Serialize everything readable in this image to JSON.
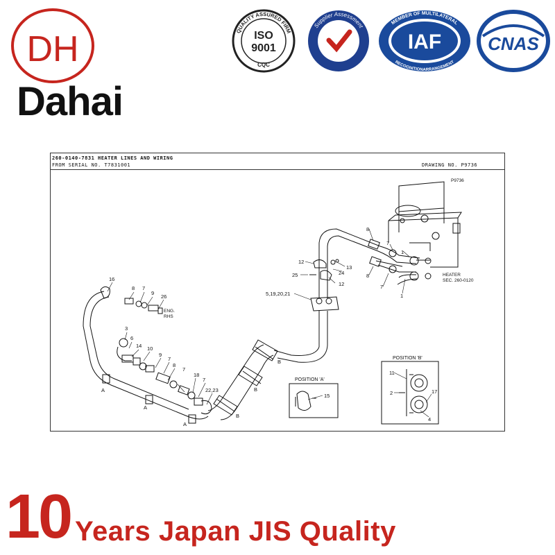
{
  "brand": {
    "logo_text": "DH",
    "name": "Dahai",
    "accent_color": "#c6251e"
  },
  "certifications": {
    "iso": {
      "ring_text": "QUALITY ASSURED FIRM",
      "main": "ISO",
      "sub": "9001",
      "bottom": "CQC"
    },
    "supplier": {
      "ring_text": "Supplier Assessment",
      "icon": "checkmark-icon"
    },
    "iaf": {
      "ring_top": "MEMBER OF MULTILATERAL",
      "main": "IAF",
      "ring_bottom": "RECOGNITIONARRANGEMENT"
    },
    "cnas": {
      "main": "CNAS"
    }
  },
  "drawing": {
    "part_title": "260-0140-7831 HEATER LINES AND WIRING",
    "serial_line": "FROM SERIAL NO. T7831001",
    "drawing_no": "DRAWING NO. P9736",
    "ref_code": "P9736",
    "heater_label_1": "HEATER",
    "heater_label_2": "SEC. 260-0120",
    "eng_label_1": "ENG.",
    "eng_label_2": "RHS",
    "position_a": "POSITION 'A'",
    "position_b": "POSITION 'B'",
    "callouts": {
      "c16": "16",
      "c8a": "8",
      "c7a": "7",
      "c9a": "9",
      "c26": "26",
      "c3": "3",
      "c6": "6",
      "c14": "14",
      "c10": "10",
      "c9b": "9",
      "c7b": "7",
      "c8b": "8",
      "c7c": "7",
      "c18": "18",
      "c7d": "7",
      "c2223": "22,23",
      "c12a": "12",
      "c13": "13",
      "c24": "24",
      "c25": "25",
      "c12b": "12",
      "c5192021": "5,19,20,21",
      "c8c": "8",
      "c7e": "7",
      "c1a": "1",
      "c8d": "8",
      "c7f": "7",
      "c1b": "1",
      "c15": "15",
      "c11": "11",
      "c2": "2",
      "c17": "17",
      "c4": "4",
      "a1": "A",
      "a2": "A",
      "a3": "A",
      "b1": "B",
      "b2": "B",
      "b3": "B"
    }
  },
  "slogan": {
    "number": "10",
    "text": "Years Japan JIS Quality"
  }
}
